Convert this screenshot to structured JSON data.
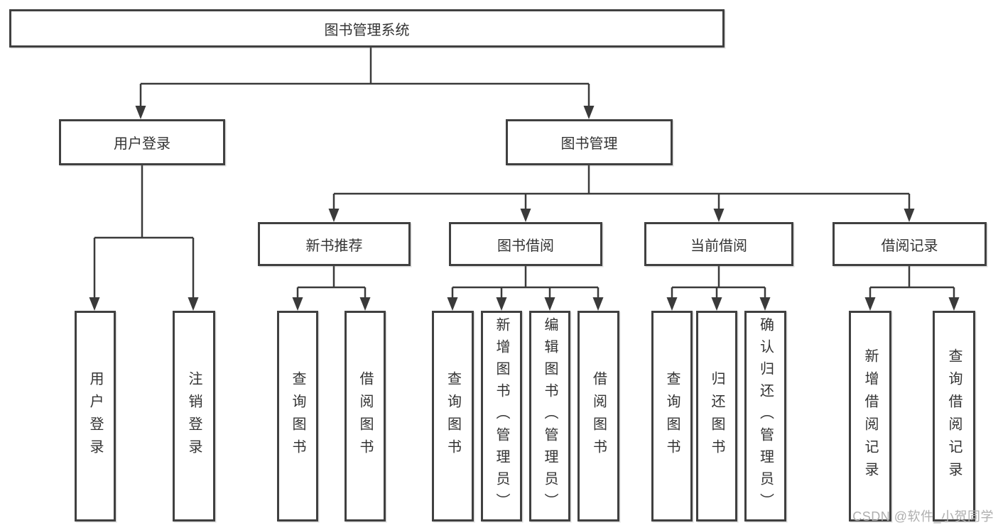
{
  "tree": {
    "root": {
      "label": "图书管理系统"
    },
    "level2": [
      {
        "label": "用户登录"
      },
      {
        "label": "图书管理"
      }
    ],
    "level3": [
      {
        "label": "新书推荐",
        "parent": "图书管理"
      },
      {
        "label": "图书借阅",
        "parent": "图书管理"
      },
      {
        "label": "当前借阅",
        "parent": "图书管理"
      },
      {
        "label": "借阅记录",
        "parent": "图书管理"
      }
    ],
    "level4": [
      {
        "label": "用户登录",
        "parent": "用户登录"
      },
      {
        "label": "注销登录",
        "parent": "用户登录"
      },
      {
        "label": "查询图书",
        "parent": "新书推荐"
      },
      {
        "label": "借阅图书",
        "parent": "新书推荐"
      },
      {
        "label": "查询图书",
        "parent": "图书借阅"
      },
      {
        "label": "新增图书（管理员）",
        "parent": "图书借阅"
      },
      {
        "label": "编辑图书（管理员）",
        "parent": "图书借阅"
      },
      {
        "label": "借阅图书",
        "parent": "图书借阅"
      },
      {
        "label": "查询图书",
        "parent": "当前借阅"
      },
      {
        "label": "归还图书",
        "parent": "当前借阅"
      },
      {
        "label": "确认归还（管理员）",
        "parent": "当前借阅"
      },
      {
        "label": "新增借阅记录",
        "parent": "借阅记录"
      },
      {
        "label": "查询借阅记录",
        "parent": "借阅记录"
      }
    ]
  },
  "watermark": {
    "text": "CSDN @软件_小贺同学"
  },
  "colors": {
    "line": "#3a3a3a",
    "box_border": "#404040",
    "text": "#333333",
    "background": "#ffffff",
    "watermark": "#aeaeae"
  }
}
